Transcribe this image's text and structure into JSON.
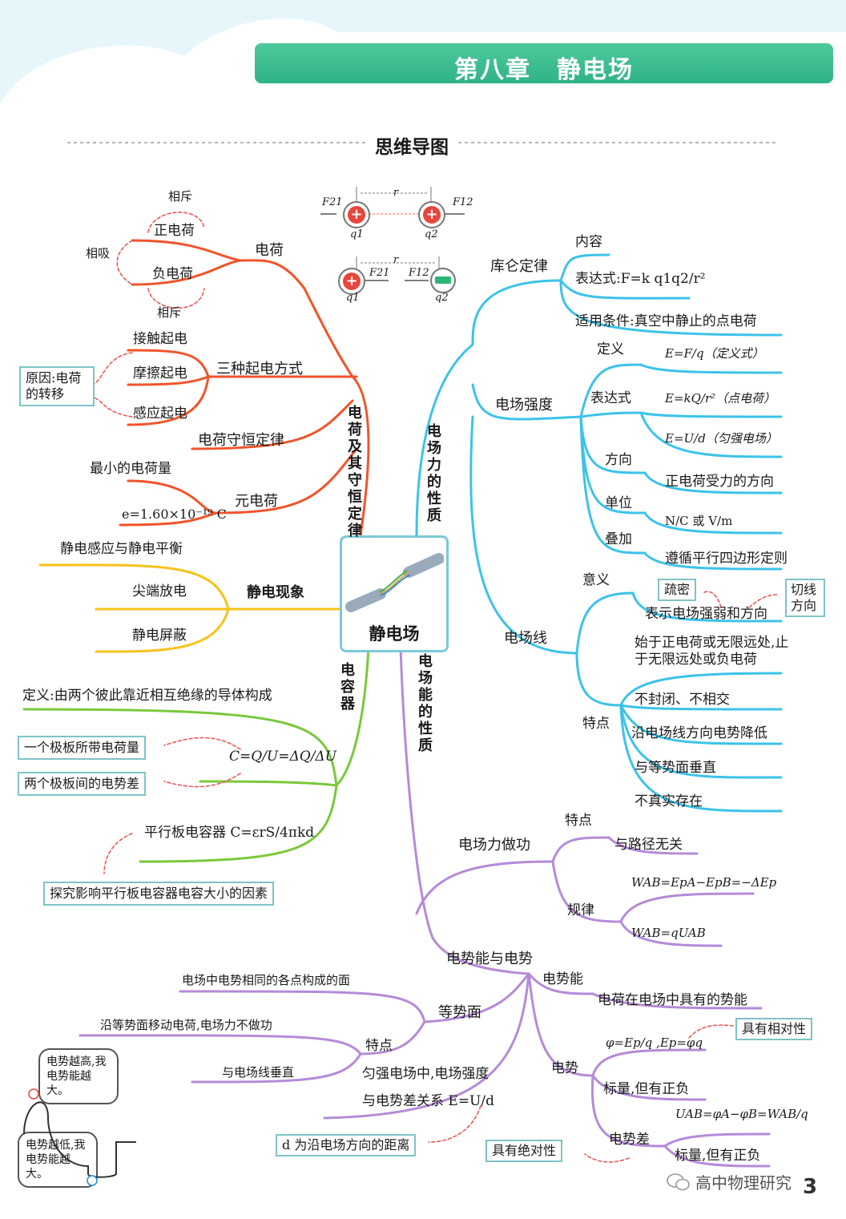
{
  "banner": {
    "title": "第八章　静电场"
  },
  "subtitle": "思维导图",
  "center": {
    "label": "静电场"
  },
  "left_branches": {
    "b1": "电荷及其守恒定律",
    "b2": "静电现象",
    "b3": "电容器"
  },
  "right_branches": {
    "b1": "电场力的性质",
    "b2": "电场能的性质"
  },
  "charge_section": {
    "title": "电荷",
    "pos": "正电荷",
    "neg": "负电荷",
    "repel1": "相斥",
    "repel2": "相斥",
    "attract": "相吸"
  },
  "coulomb_figure": {
    "f21a": "F21",
    "r1": "r",
    "f12a": "F12",
    "q1a": "q1",
    "q2a": "q2",
    "r2": "r",
    "f21b": "F21",
    "f12b": "F12",
    "q1b": "q1",
    "q2b": "q2"
  },
  "electrify": {
    "title": "三种起电方式",
    "contact": "接触起电",
    "friction": "摩擦起电",
    "induction": "感应起电",
    "reason_box": "原因:电荷的转移"
  },
  "conservation": "电荷守恒定律",
  "elementary": {
    "title": "元电荷",
    "min": "最小的电荷量",
    "value": "e=1.60×10⁻¹⁹ C"
  },
  "electrostatic": {
    "title": "静电现象",
    "i1": "静电感应与静电平衡",
    "i2": "尖端放电",
    "i3": "静电屏蔽"
  },
  "capacitor": {
    "def": "定义:由两个彼此靠近相互绝缘的导体构成",
    "box1": "一个极板所带电荷量",
    "box2": "两个极板间的电势差",
    "formula": "C=Q/U=ΔQ/ΔU",
    "parallel": "平行板电容器 C=εrS/4πkd",
    "box3": "探究影响平行板电容器电容大小的因素"
  },
  "coulomb": {
    "title": "库仑定律",
    "content": "内容",
    "expr": "表达式:F=k q1q2/r²",
    "cond": "适用条件:真空中静止的点电荷"
  },
  "field_strength": {
    "title": "电场强度",
    "def": "定义",
    "def_f": "E=F/q（定义式）",
    "expr": "表达式",
    "expr_f1": "E=kQ/r²（点电荷）",
    "expr_f2": "E=U/d（匀强电场）",
    "dir": "方向",
    "dir_v": "正电荷受力的方向",
    "unit": "单位",
    "unit_v": "N/C 或 V/m",
    "sup": "叠加",
    "sup_v": "遵循平行四边形定则"
  },
  "field_lines": {
    "title": "电场线",
    "meaning": "意义",
    "dense": "疏密",
    "tangent": "切线方向",
    "meaning_v": "表示电场强弱和方向",
    "feature": "特点",
    "f1": "始于正电荷或无限远处,止于无限远处或负电荷",
    "f2": "不封闭、不相交",
    "f3": "沿电场线方向电势降低",
    "f4": "与等势面垂直",
    "f5": "不真实存在"
  },
  "work": {
    "title": "电场力做功",
    "feature": "特点",
    "feature_v": "与路径无关",
    "rule": "规律",
    "r1": "WAB=EpA−EpB=−ΔEp",
    "r2": "WAB=qUAB"
  },
  "potential": {
    "title": "电势能与电势",
    "pe": "电势能",
    "pe_v": "电荷在电场中具有的势能",
    "phi": "电势",
    "phi_f": "φ=Ep/q ,Ep=φq",
    "rel_box": "具有相对性",
    "scalar1": "标量,但有正负",
    "diff": "电势差",
    "diff_f": "UAB=φA−φB=WAB/q",
    "scalar2": "标量,但有正负",
    "abs_box": "具有绝对性"
  },
  "equipotential": {
    "title": "等势面",
    "def": "电场中电势相同的各点构成的面",
    "feature": "特点",
    "f1": "沿等势面移动电荷,电场力不做功",
    "f2": "与电场线垂直",
    "uniform1": "匀强电场中,电场强度",
    "uniform2": "与电势差关系 E=U/d",
    "d_box": "d 为沿电场方向的距离"
  },
  "bubbles": {
    "high": "电势越高,我电势能越大。",
    "low": "电势越低,我电势能越大。"
  },
  "watermark": "高中物理研究",
  "page_num": "3",
  "colors": {
    "banner": "#2fb386",
    "red_branch": "#f0542a",
    "yellow_branch": "#f7c21a",
    "green_branch": "#79c93a",
    "cyan_branch": "#3cc3e8",
    "purple_branch": "#b58ad8"
  }
}
